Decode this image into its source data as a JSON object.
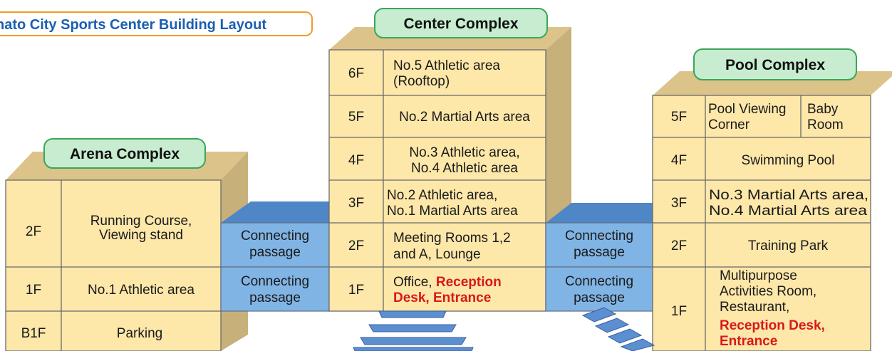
{
  "title": "nato City Sports Center Building Layout",
  "colors": {
    "cell": "#fde7a9",
    "side": "#c7b07a",
    "roof": "#dcc38a",
    "passage_front": "#80b4e4",
    "passage_top": "#4f86c6",
    "stairs": "#5b8fd2",
    "label_bg": "#c7ecd0",
    "label_border": "#3aa65a",
    "title_border": "#f39a2b",
    "title_text": "#1b5fb0",
    "highlight": "#d7191c"
  },
  "arena": {
    "label": "Arena Complex",
    "floors": [
      {
        "floor": "2F",
        "line1": "Running Course,",
        "line2": "Viewing stand"
      },
      {
        "floor": "1F",
        "line1": "No.1 Athletic area"
      },
      {
        "floor": "B1F",
        "line1": "Parking"
      }
    ]
  },
  "center": {
    "label": "Center Complex",
    "floors": [
      {
        "floor": "6F",
        "line1": "No.5 Athletic area",
        "line2": "(Rooftop)"
      },
      {
        "floor": "5F",
        "line1": "No.2 Martial Arts area"
      },
      {
        "floor": "4F",
        "line1": "No.3 Athletic area,",
        "line2": "No.4 Athletic area"
      },
      {
        "floor": "3F",
        "line1": "No.2 Athletic area,",
        "line2": "No.1 Martial Arts area"
      },
      {
        "floor": "2F",
        "line1": "Meeting Rooms 1,2",
        "line2": "and A, Lounge"
      },
      {
        "floor": "1F",
        "line1": "Office, ",
        "line1_red": "Reception",
        "line2_red": "Desk, Entrance"
      }
    ]
  },
  "pool": {
    "label": "Pool Complex",
    "floors": [
      {
        "floor": "5F",
        "cell_a_line1": "Pool Viewing",
        "cell_a_line2": "Corner",
        "cell_b_line1": "Baby",
        "cell_b_line2": "Room"
      },
      {
        "floor": "4F",
        "line1": "Swimming Pool"
      },
      {
        "floor": "3F",
        "line1": "No.3 Martial Arts area,",
        "line2": "No.4 Martial Arts area"
      },
      {
        "floor": "2F",
        "line1": "Training Park"
      },
      {
        "floor": "1F",
        "line1": "Multipurpose",
        "line2": "Activities Room,",
        "line3": "Restaurant,",
        "line4_red": "Reception Desk,",
        "line5_red": "Entrance"
      }
    ]
  },
  "passages": {
    "left_upper": {
      "line1": "Connecting",
      "line2": "passage"
    },
    "left_lower": {
      "line1": "Connecting",
      "line2": "passage"
    },
    "right_upper": {
      "line1": "Connecting",
      "line2": "passage"
    },
    "right_lower": {
      "line1": "Connecting",
      "line2": "passage"
    }
  }
}
